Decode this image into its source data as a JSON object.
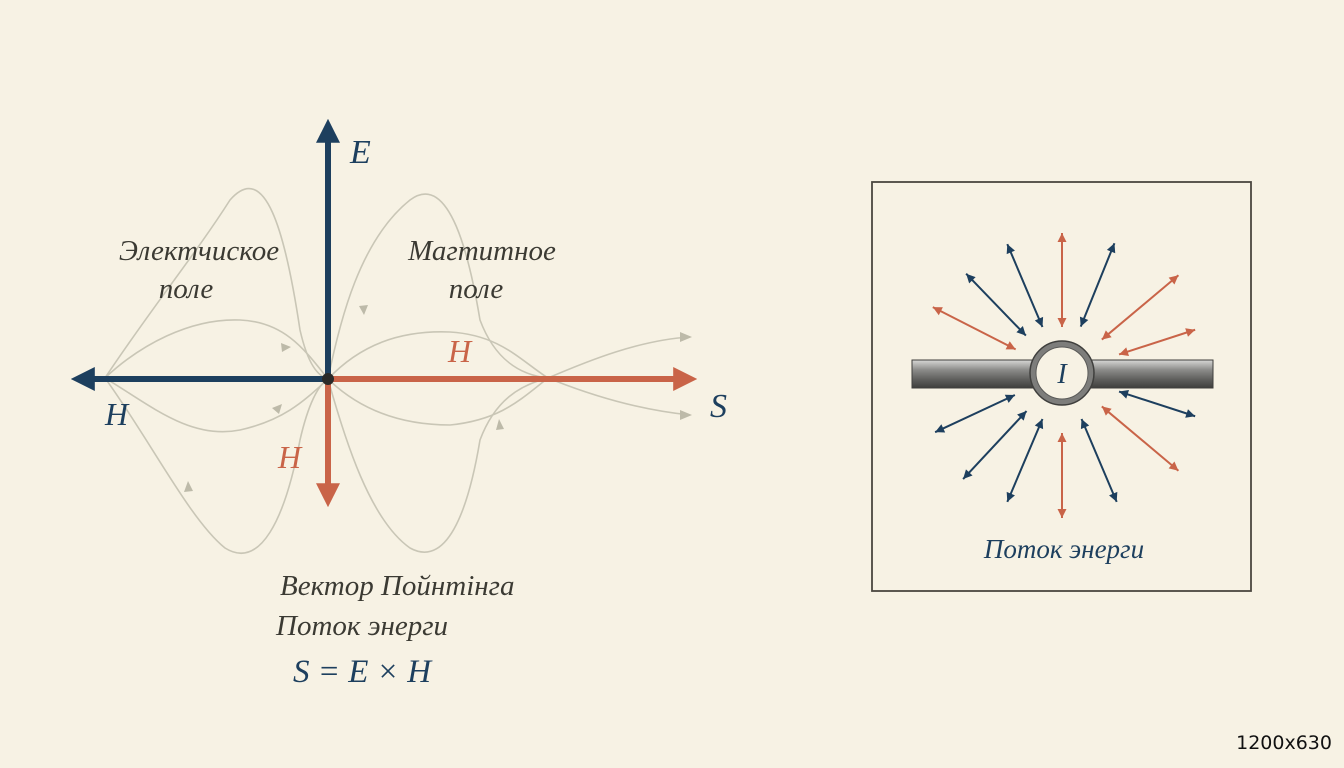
{
  "axes": {
    "e_label": "E",
    "h_left_label": "H",
    "h_down_label": "H",
    "h_right_label": "H",
    "s_label": "S"
  },
  "captions": {
    "electric_field_line1": "Электчиское",
    "electric_field_line2": "поле",
    "magnetic_field_line1": "Магтитное",
    "magnetic_field_line2": "поле",
    "poynting_line1": "Вектор Пойнтінга",
    "poynting_line2": "Поток энерги",
    "formula": "S = E × H"
  },
  "wire_panel": {
    "current_label": "I",
    "caption": "Поток энерги"
  },
  "dimension_note": "1200x630",
  "colors": {
    "background": "#f7f2e4",
    "navy": "#1d3f5e",
    "rust": "#c96448",
    "field_line": "#c9c6b6",
    "text": "#3b3a33",
    "frame": "#4a4740"
  }
}
